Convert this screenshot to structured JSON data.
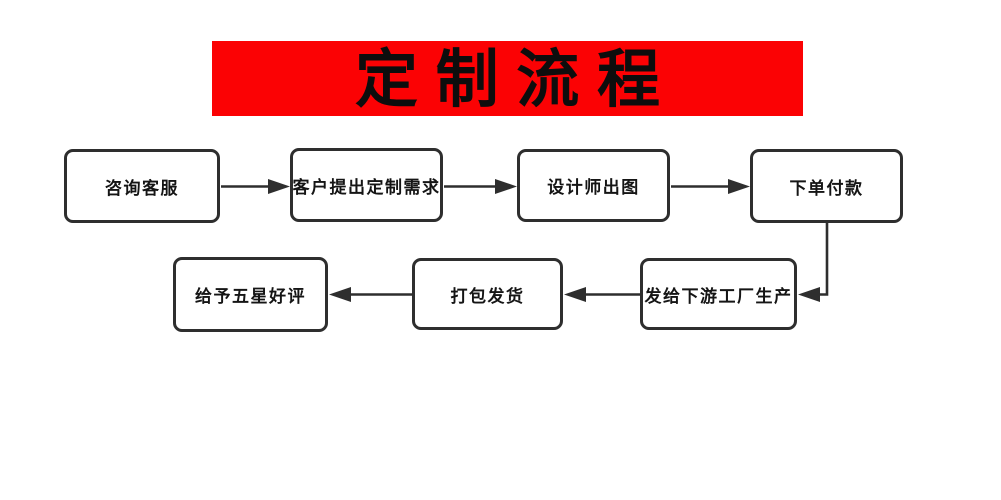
{
  "banner": {
    "title": "定制流程",
    "background_color": "#fb0204",
    "text_color": "#0d0d0d"
  },
  "flowchart": {
    "box_background": "#ffffff",
    "line_color": "#2e2e2e",
    "nodes": [
      {
        "id": "step-1",
        "label": "咨询客服"
      },
      {
        "id": "step-2",
        "label": "客户提出定制需求"
      },
      {
        "id": "step-3",
        "label": "设计师出图"
      },
      {
        "id": "step-4",
        "label": "下单付款"
      },
      {
        "id": "step-5",
        "label": "发给下游工厂生产"
      },
      {
        "id": "step-6",
        "label": "打包发货"
      },
      {
        "id": "step-7",
        "label": "给予五星好评"
      }
    ],
    "edges": [
      {
        "from": "咨询客服",
        "to": "客户提出定制需求"
      },
      {
        "from": "客户提出定制需求",
        "to": "设计师出图"
      },
      {
        "from": "设计师出图",
        "to": "下单付款"
      },
      {
        "from": "下单付款",
        "to": "发给下游工厂生产"
      },
      {
        "from": "发给下游工厂生产",
        "to": "打包发货"
      },
      {
        "from": "打包发货",
        "to": "给予五星好评"
      }
    ]
  }
}
